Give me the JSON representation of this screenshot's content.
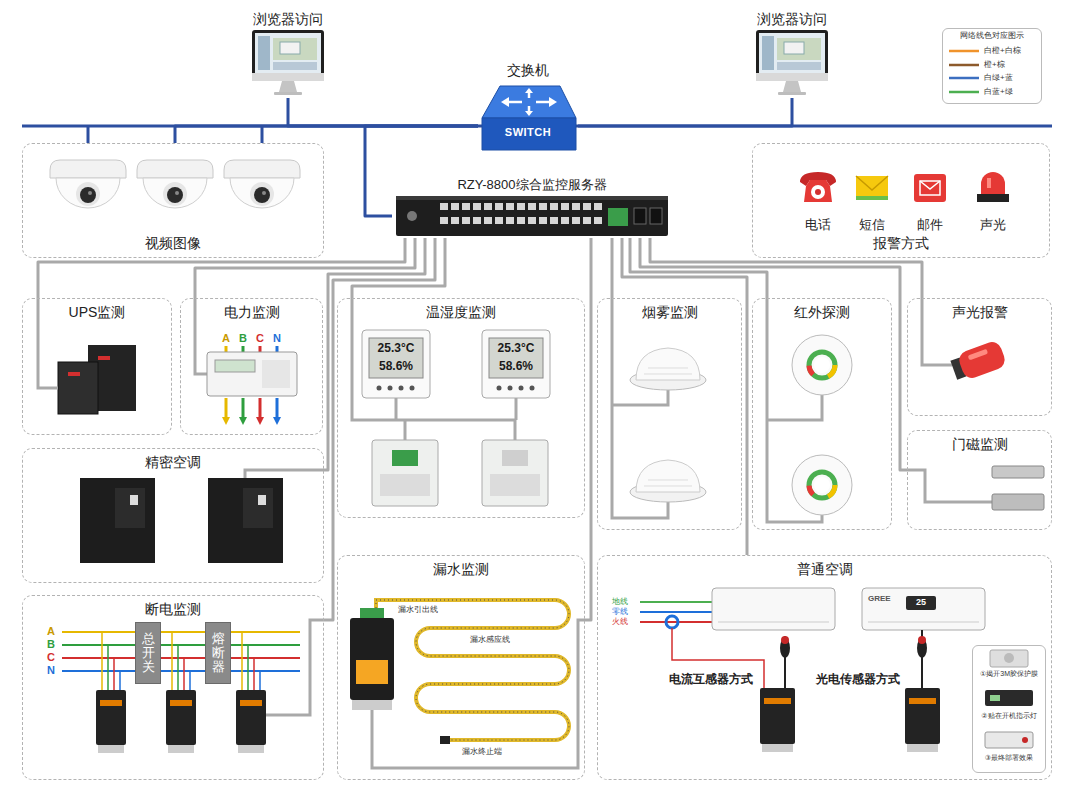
{
  "diagram": {
    "nodes": [
      {
        "text": [
          "浏览器访问"
        ]
      },
      {
        "text": [
          "交换机",
          "SWITCH"
        ]
      },
      {
        "text": [
          "浏览器访问"
        ]
      },
      {
        "text": [
          "视频图像"
        ]
      },
      {
        "text": [
          "RZY-8800综合监控服务器"
        ]
      },
      {
        "text": [
          "报警方式"
        ]
      },
      {
        "text": [
          "电话"
        ],
        "in": 5
      },
      {
        "text": [
          "短信"
        ],
        "in": 5
      },
      {
        "text": [
          "邮件"
        ],
        "in": 5
      },
      {
        "text": [
          "声光"
        ],
        "in": 5
      },
      {
        "text": [
          "UPS监测"
        ]
      },
      {
        "text": [
          "电力监测"
        ]
      },
      {
        "text": [
          "温湿度监测"
        ]
      },
      {
        "text": [
          "烟雾监测"
        ]
      },
      {
        "text": [
          "红外探测"
        ]
      },
      {
        "text": [
          "声光报警"
        ]
      },
      {
        "text": [
          "门磁监测"
        ]
      },
      {
        "text": [
          "精密空调"
        ]
      },
      {
        "text": [
          "断电监测"
        ]
      },
      {
        "text": [
          "总开关"
        ],
        "in": 18
      },
      {
        "text": [
          "熔断器"
        ],
        "in": 18
      },
      {
        "text": [
          "漏水监测"
        ]
      },
      {
        "text": [
          "普通空调"
        ]
      },
      {
        "text": [
          "①揭开3M胶保护膜",
          "②贴在开机指示灯",
          "③最终部署效果"
        ],
        "in": 22
      }
    ],
    "edges": [
      {
        "from": 0,
        "to": 1,
        "arrow": "none"
      },
      {
        "from": 2,
        "to": 1,
        "arrow": "none"
      },
      {
        "from": 3,
        "to": 1,
        "arrow": "none"
      },
      {
        "from": 4,
        "to": 1,
        "arrow": "none"
      },
      {
        "from": 4,
        "to": 10,
        "arrow": "none"
      },
      {
        "from": 4,
        "to": 11,
        "arrow": "none"
      },
      {
        "from": 4,
        "to": 12,
        "arrow": "none"
      },
      {
        "from": 4,
        "to": 13,
        "arrow": "none"
      },
      {
        "from": 4,
        "to": 14,
        "arrow": "none"
      },
      {
        "from": 4,
        "to": 15,
        "arrow": "none"
      },
      {
        "from": 4,
        "to": 16,
        "arrow": "none"
      },
      {
        "from": 4,
        "to": 17,
        "arrow": "none"
      },
      {
        "from": 4,
        "to": 18,
        "arrow": "none"
      },
      {
        "from": 4,
        "to": 21,
        "arrow": "none"
      },
      {
        "from": 4,
        "to": 22,
        "arrow": "none"
      }
    ],
    "labels": [
      "网络线色对应图示",
      "A",
      "B",
      "C",
      "N",
      "25.3°C",
      "58.6%",
      "25.3°C",
      "58.6%",
      "A",
      "B",
      "C",
      "N",
      "漏水引出线",
      "漏水感应线",
      "漏水终止端",
      "地线",
      "零线",
      "火线",
      "电流互感器方式",
      "光电传感器方式",
      "GREE",
      "25"
    ],
    "legend": [
      {
        "text": "白橙+白棕",
        "color": "#f0932b"
      },
      {
        "text": "橙+棕",
        "color": "#8d5a2b"
      },
      {
        "text": "白绿+蓝",
        "color": "#3c6fc0"
      },
      {
        "text": "白蓝+绿",
        "color": "#4caf50"
      }
    ]
  }
}
